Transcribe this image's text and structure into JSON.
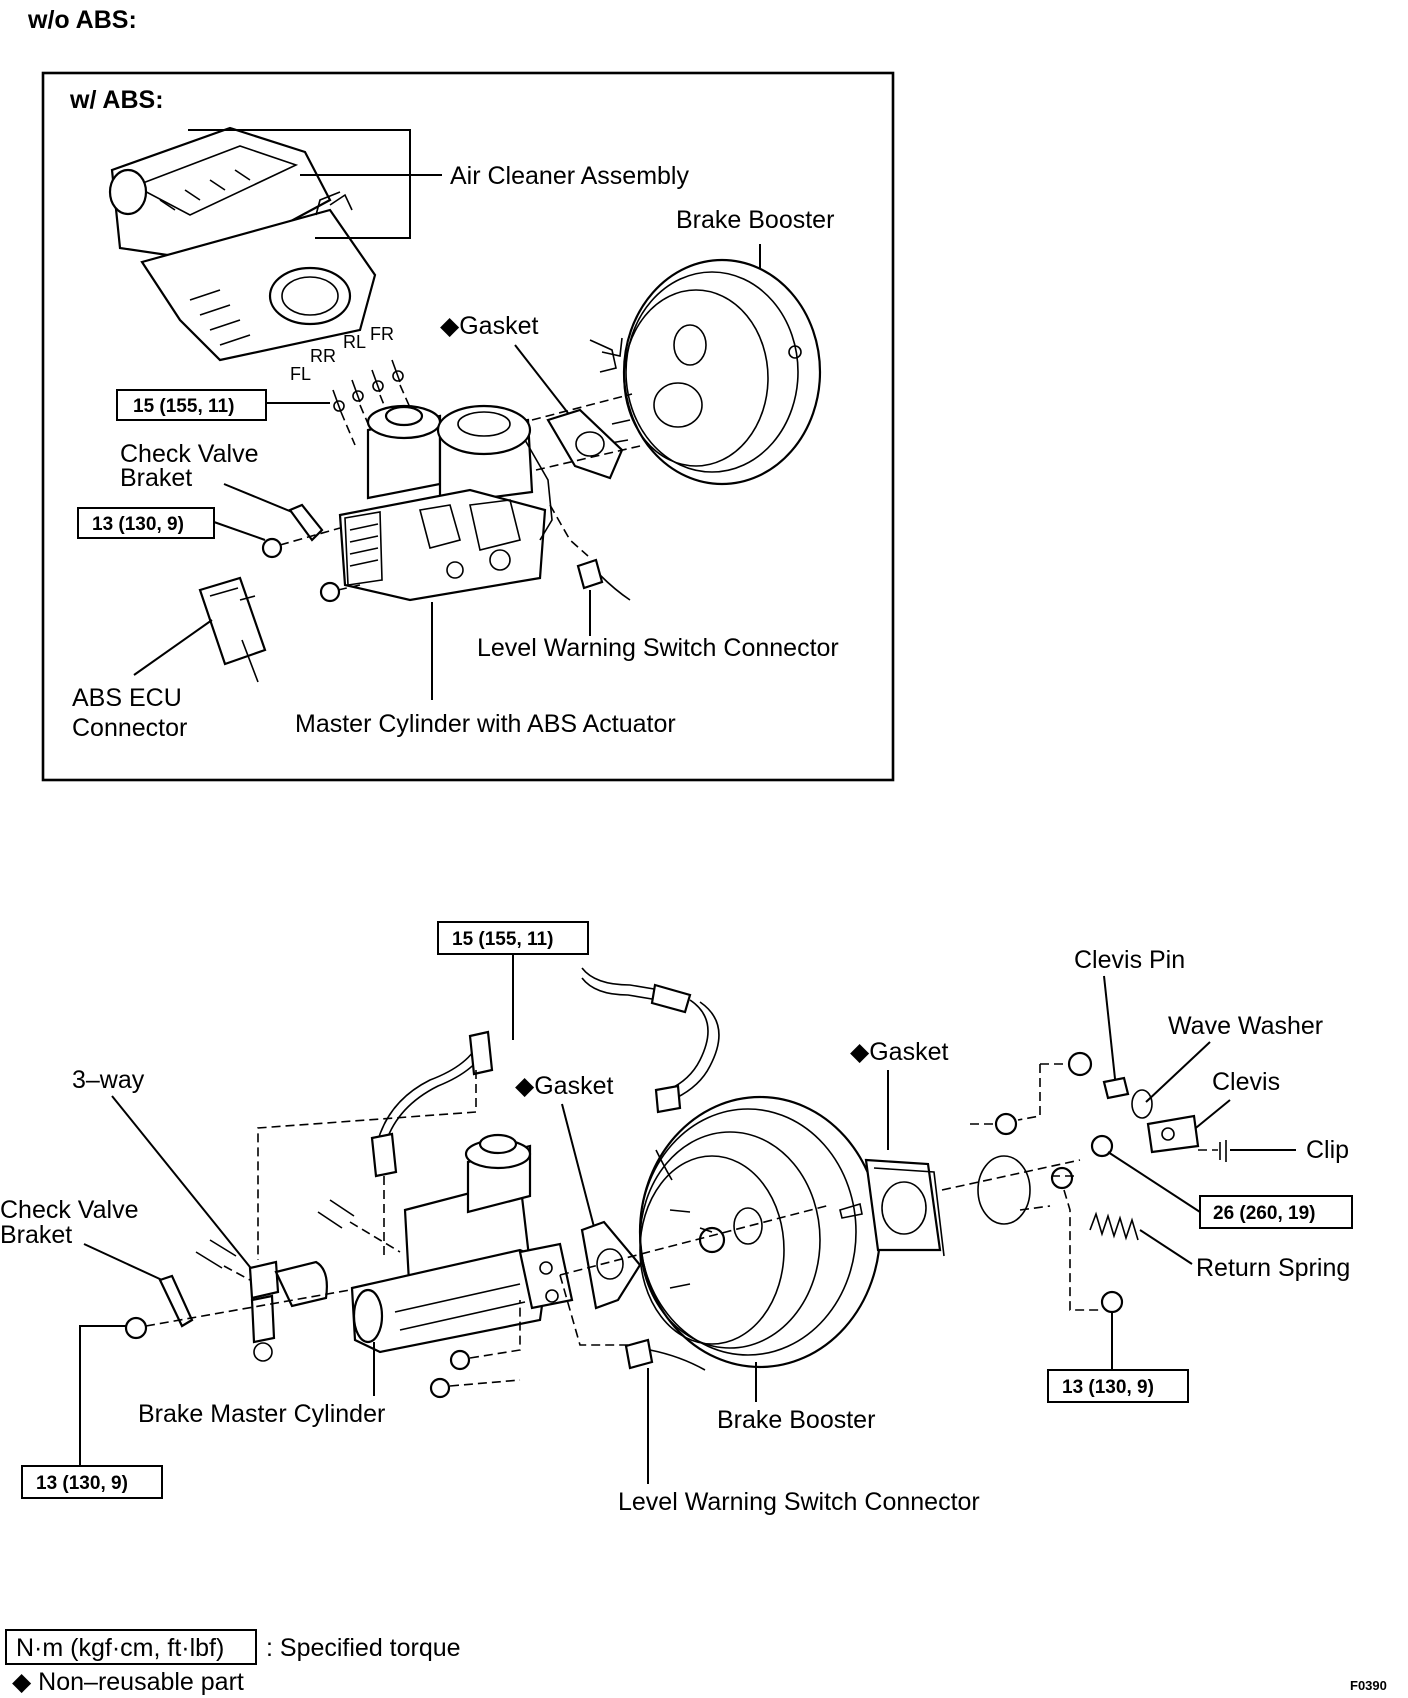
{
  "headers": {
    "without_abs": "w/o ABS:",
    "with_abs": "w/ ABS:"
  },
  "abs_section": {
    "air_cleaner": "Air Cleaner Assembly",
    "brake_booster": "Brake Booster",
    "gasket": "◆Gasket",
    "port_fr": "FR",
    "port_rl": "RL",
    "port_rr": "RR",
    "port_fl": "FL",
    "torque_lines": "15 (155, 11)",
    "check_valve_line1": "Check Valve",
    "check_valve_line2": "Braket",
    "torque_bracket": "13 (130, 9)",
    "level_warning": "Level Warning Switch Connector",
    "abs_ecu_line1": "ABS ECU",
    "abs_ecu_line2": "Connector",
    "master_cylinder": "Master Cylinder with ABS Actuator"
  },
  "non_abs_section": {
    "torque_lines": "15 (155, 11)",
    "clevis_pin": "Clevis Pin",
    "wave_washer": "Wave Washer",
    "gasket_right": "◆Gasket",
    "clevis": "Clevis",
    "three_way": "3–way",
    "gasket_left": "◆Gasket",
    "clip": "Clip",
    "check_valve_line1": "Check Valve",
    "check_valve_line2": "Braket",
    "torque_clevis_nut": "26 (260, 19)",
    "return_spring": "Return Spring",
    "torque_booster_nut": "13 (130, 9)",
    "brake_master_cylinder": "Brake Master Cylinder",
    "brake_booster": "Brake Booster",
    "torque_bracket": "13 (130, 9)",
    "level_warning": "Level Warning Switch Connector"
  },
  "legend": {
    "torque_box": "N·m (kgf·cm, ft·lbf)",
    "torque_desc": ": Specified torque",
    "nonreusable": "◆  Non–reusable part"
  },
  "figure_code": "F0390"
}
